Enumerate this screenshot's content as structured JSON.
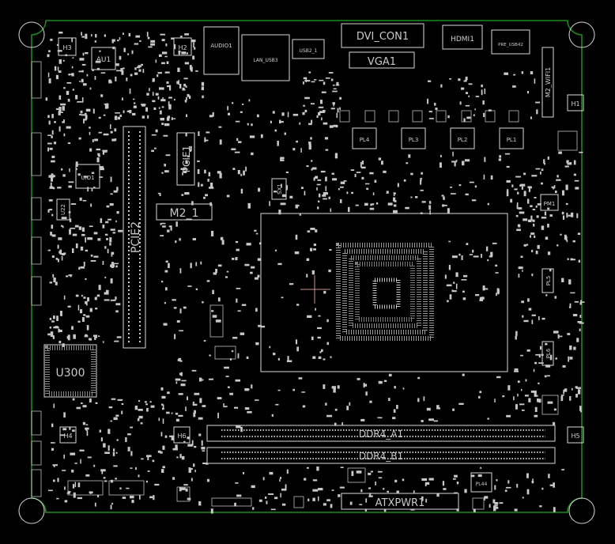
{
  "labels": {
    "h3": "H3",
    "au1": "AU1",
    "h2": "H2",
    "audio1": "AUDIO1",
    "lan_usb": "LAN_USB3",
    "usb2": "USB2_1",
    "dvi_con1": "DVI_CON1",
    "vga1": "VGA1",
    "hdmi1": "HDMI1",
    "pre_usb": "PRE_USB42",
    "m2_wifi": "M2_WIFI1",
    "h1": "H1",
    "pl4": "PL4",
    "pl3": "PL3",
    "pl2": "PL2",
    "pl1": "PL1",
    "uio1": "UIO1",
    "pcie2": "PCIE2",
    "pcie1": "PCIE1",
    "m2_1": "M2_1",
    "sx1": "SX1",
    "u22": "U22",
    "pm1": "PM1",
    "pl5": "PL5",
    "pl6": "PL6",
    "u300": "U300",
    "h4": "H4",
    "h6": "H6",
    "h5": "H5",
    "ddr4_a1": "DDR4_A1",
    "ddr4_b1": "DDR4_B1",
    "atxpwr1": "ATXPWR1",
    "pl44": "PL44"
  },
  "colors": {
    "background": "#000000",
    "board_edge": "#1e8a1e",
    "silkscreen": "#d8d8d8"
  }
}
